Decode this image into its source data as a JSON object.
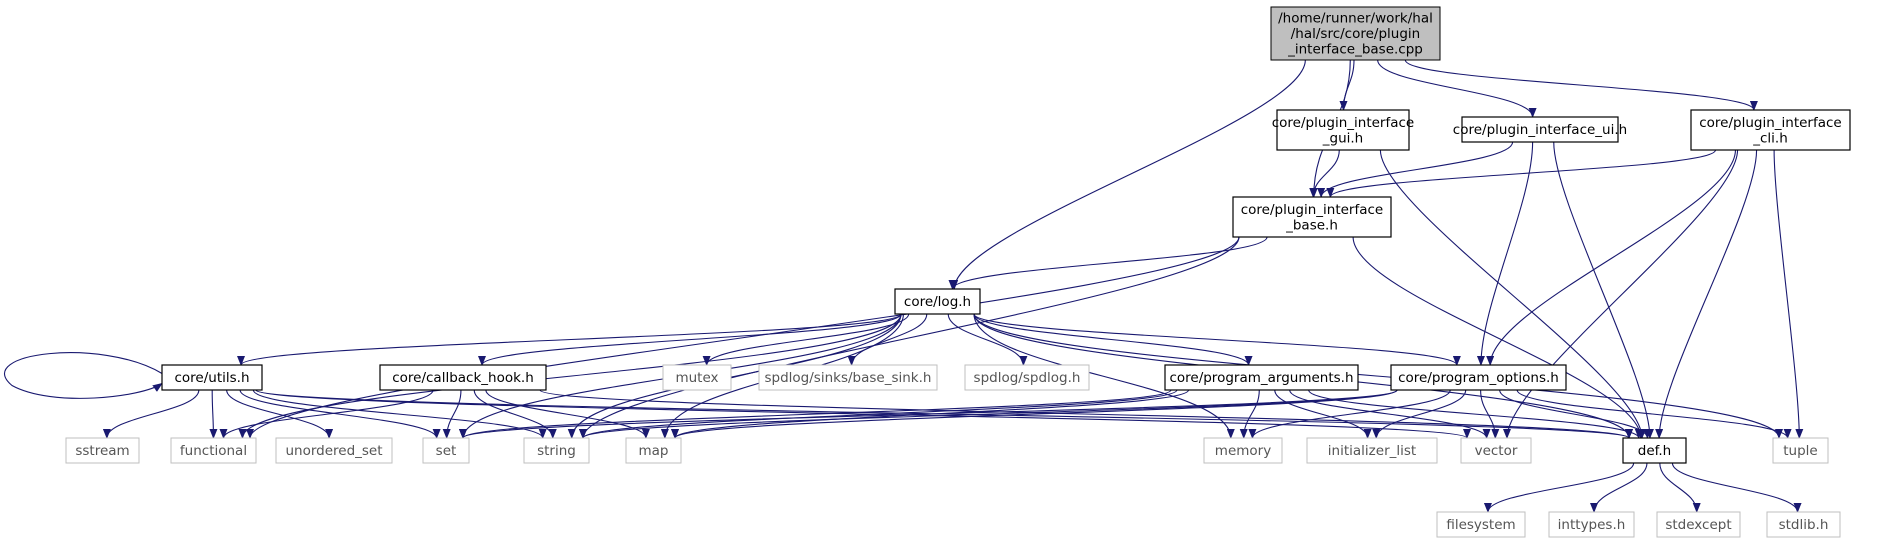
{
  "diagram": {
    "type": "include-dependency-graph",
    "nodes": [
      {
        "id": "root",
        "kind": "root",
        "lines": [
          "/home/runner/work/hal",
          "/hal/src/core/plugin",
          "_interface_base.cpp"
        ]
      },
      {
        "id": "gui",
        "kind": "local",
        "lines": [
          "core/plugin_interface",
          "_gui.h"
        ]
      },
      {
        "id": "ui",
        "kind": "local",
        "lines": [
          "core/plugin_interface_ui.h"
        ]
      },
      {
        "id": "cli",
        "kind": "local",
        "lines": [
          "core/plugin_interface",
          "_cli.h"
        ]
      },
      {
        "id": "base",
        "kind": "local",
        "lines": [
          "core/plugin_interface",
          "_base.h"
        ]
      },
      {
        "id": "log",
        "kind": "local",
        "lines": [
          "core/log.h"
        ]
      },
      {
        "id": "utils",
        "kind": "local",
        "lines": [
          "core/utils.h"
        ]
      },
      {
        "id": "cbhook",
        "kind": "local",
        "lines": [
          "core/callback_hook.h"
        ]
      },
      {
        "id": "mutex",
        "kind": "external",
        "lines": [
          "mutex"
        ]
      },
      {
        "id": "basesink",
        "kind": "external",
        "lines": [
          "spdlog/sinks/base_sink.h"
        ]
      },
      {
        "id": "spdlog",
        "kind": "external",
        "lines": [
          "spdlog/spdlog.h"
        ]
      },
      {
        "id": "progargs",
        "kind": "local",
        "lines": [
          "core/program_arguments.h"
        ]
      },
      {
        "id": "progopts",
        "kind": "local",
        "lines": [
          "core/program_options.h"
        ]
      },
      {
        "id": "sstream",
        "kind": "external",
        "lines": [
          "sstream"
        ]
      },
      {
        "id": "functional",
        "kind": "external",
        "lines": [
          "functional"
        ]
      },
      {
        "id": "unordered_set",
        "kind": "external",
        "lines": [
          "unordered_set"
        ]
      },
      {
        "id": "set",
        "kind": "external",
        "lines": [
          "set"
        ]
      },
      {
        "id": "string",
        "kind": "external",
        "lines": [
          "string"
        ]
      },
      {
        "id": "map",
        "kind": "external",
        "lines": [
          "map"
        ]
      },
      {
        "id": "memory",
        "kind": "external",
        "lines": [
          "memory"
        ]
      },
      {
        "id": "init_list",
        "kind": "external",
        "lines": [
          "initializer_list"
        ]
      },
      {
        "id": "vector",
        "kind": "external",
        "lines": [
          "vector"
        ]
      },
      {
        "id": "def",
        "kind": "local",
        "lines": [
          "def.h"
        ]
      },
      {
        "id": "tuple",
        "kind": "external",
        "lines": [
          "tuple"
        ]
      },
      {
        "id": "filesystem",
        "kind": "external",
        "lines": [
          "filesystem"
        ]
      },
      {
        "id": "inttypes",
        "kind": "external",
        "lines": [
          "inttypes.h"
        ]
      },
      {
        "id": "stdexcept",
        "kind": "external",
        "lines": [
          "stdexcept"
        ]
      },
      {
        "id": "stdlib",
        "kind": "external",
        "lines": [
          "stdlib.h"
        ]
      }
    ],
    "edges": [
      [
        "root",
        "gui"
      ],
      [
        "root",
        "ui"
      ],
      [
        "root",
        "cli"
      ],
      [
        "root",
        "base"
      ],
      [
        "root",
        "log"
      ],
      [
        "gui",
        "base"
      ],
      [
        "gui",
        "def"
      ],
      [
        "ui",
        "base"
      ],
      [
        "ui",
        "progopts"
      ],
      [
        "ui",
        "def"
      ],
      [
        "cli",
        "base"
      ],
      [
        "cli",
        "progopts"
      ],
      [
        "cli",
        "vector"
      ],
      [
        "cli",
        "def"
      ],
      [
        "cli",
        "tuple"
      ],
      [
        "base",
        "log"
      ],
      [
        "base",
        "def"
      ],
      [
        "base",
        "functional"
      ],
      [
        "base",
        "string"
      ],
      [
        "log",
        "utils"
      ],
      [
        "log",
        "cbhook"
      ],
      [
        "log",
        "mutex"
      ],
      [
        "log",
        "basesink"
      ],
      [
        "log",
        "spdlog"
      ],
      [
        "log",
        "progargs"
      ],
      [
        "log",
        "progopts"
      ],
      [
        "log",
        "functional"
      ],
      [
        "log",
        "set"
      ],
      [
        "log",
        "string"
      ],
      [
        "log",
        "map"
      ],
      [
        "log",
        "memory"
      ],
      [
        "log",
        "def"
      ],
      [
        "log",
        "tuple"
      ],
      [
        "utils",
        "sstream"
      ],
      [
        "utils",
        "functional"
      ],
      [
        "utils",
        "unordered_set"
      ],
      [
        "utils",
        "set"
      ],
      [
        "utils",
        "string"
      ],
      [
        "utils",
        "vector"
      ],
      [
        "utils",
        "def"
      ],
      [
        "utils",
        "utils"
      ],
      [
        "cbhook",
        "functional"
      ],
      [
        "cbhook",
        "set"
      ],
      [
        "cbhook",
        "string"
      ],
      [
        "cbhook",
        "map"
      ],
      [
        "cbhook",
        "def"
      ],
      [
        "progargs",
        "set"
      ],
      [
        "progargs",
        "string"
      ],
      [
        "progargs",
        "map"
      ],
      [
        "progargs",
        "memory"
      ],
      [
        "progargs",
        "init_list"
      ],
      [
        "progargs",
        "vector"
      ],
      [
        "progargs",
        "def"
      ],
      [
        "progopts",
        "set"
      ],
      [
        "progopts",
        "string"
      ],
      [
        "progopts",
        "map"
      ],
      [
        "progopts",
        "memory"
      ],
      [
        "progopts",
        "init_list"
      ],
      [
        "progopts",
        "vector"
      ],
      [
        "progopts",
        "def"
      ],
      [
        "progopts",
        "tuple"
      ],
      [
        "def",
        "filesystem"
      ],
      [
        "def",
        "inttypes"
      ],
      [
        "def",
        "stdexcept"
      ],
      [
        "def",
        "stdlib"
      ]
    ]
  }
}
